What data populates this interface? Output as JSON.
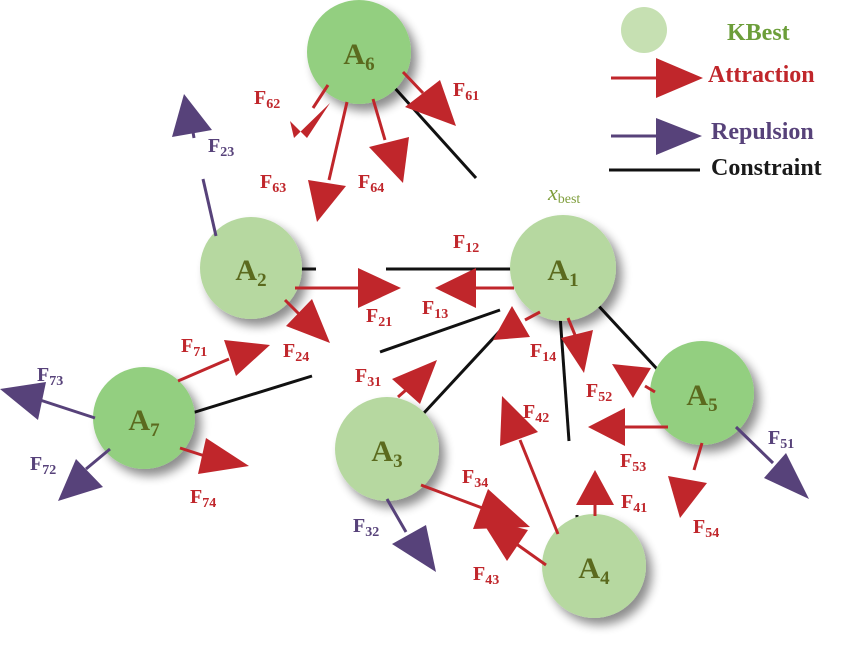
{
  "colors": {
    "attraction": "#c0262b",
    "repulsion": "#57427a",
    "constraint": "#111111",
    "kbest_node": "#b6d8a0",
    "best_node": "#93cf80"
  },
  "legend": {
    "kbest": "KBest",
    "attraction": "Attraction",
    "repulsion": "Repulsion",
    "constraint": "Constraint"
  },
  "xbest": {
    "symbol": "x",
    "subscript": "best"
  },
  "nodes": [
    {
      "id": "a1",
      "letter": "A",
      "sub": "1"
    },
    {
      "id": "a2",
      "letter": "A",
      "sub": "2"
    },
    {
      "id": "a3",
      "letter": "A",
      "sub": "3"
    },
    {
      "id": "a4",
      "letter": "A",
      "sub": "4"
    },
    {
      "id": "a5",
      "letter": "A",
      "sub": "5"
    },
    {
      "id": "a6",
      "letter": "A",
      "sub": "6"
    },
    {
      "id": "a7",
      "letter": "A",
      "sub": "7"
    }
  ],
  "forces": {
    "f12": {
      "letter": "F",
      "sub": "12"
    },
    "f13": {
      "letter": "F",
      "sub": "13"
    },
    "f14": {
      "letter": "F",
      "sub": "14"
    },
    "f21": {
      "letter": "F",
      "sub": "21"
    },
    "f23": {
      "letter": "F",
      "sub": "23"
    },
    "f24": {
      "letter": "F",
      "sub": "24"
    },
    "f31": {
      "letter": "F",
      "sub": "31"
    },
    "f32": {
      "letter": "F",
      "sub": "32"
    },
    "f34": {
      "letter": "F",
      "sub": "34"
    },
    "f41": {
      "letter": "F",
      "sub": "41"
    },
    "f42": {
      "letter": "F",
      "sub": "42"
    },
    "f43": {
      "letter": "F",
      "sub": "43"
    },
    "f51": {
      "letter": "F",
      "sub": "51"
    },
    "f52": {
      "letter": "F",
      "sub": "52"
    },
    "f53": {
      "letter": "F",
      "sub": "53"
    },
    "f54": {
      "letter": "F",
      "sub": "54"
    },
    "f61": {
      "letter": "F",
      "sub": "61"
    },
    "f62": {
      "letter": "F",
      "sub": "62"
    },
    "f63": {
      "letter": "F",
      "sub": "63"
    },
    "f64": {
      "letter": "F",
      "sub": "64"
    },
    "f71": {
      "letter": "F",
      "sub": "71"
    },
    "f72": {
      "letter": "F",
      "sub": "72"
    },
    "f73": {
      "letter": "F",
      "sub": "73"
    },
    "f74": {
      "letter": "F",
      "sub": "74"
    }
  }
}
